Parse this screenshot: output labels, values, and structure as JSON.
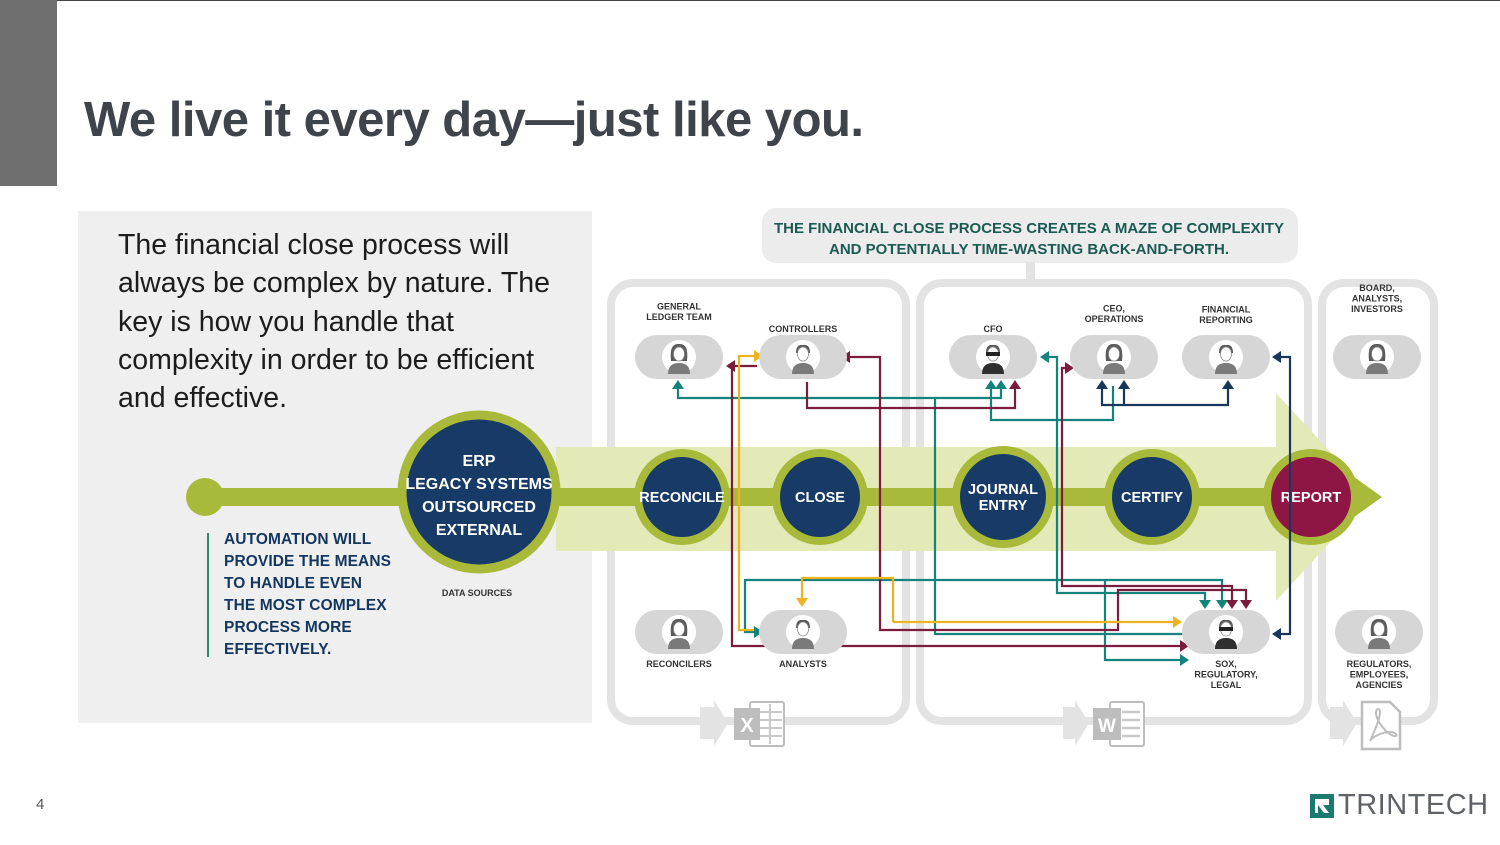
{
  "slide": {
    "title": "We live it every day—just like you.",
    "page_number": "4",
    "intro": "The financial close process will always be complex by nature. The key is how you handle that complexity in order to be efficient and effective.",
    "automation_lines": [
      "AUTOMATION WILL",
      "PROVIDE THE MEANS",
      "TO HANDLE EVEN",
      "THE MOST COMPLEX",
      "PROCESS MORE",
      "EFFECTIVELY."
    ],
    "logo_text": "TRINTECH"
  },
  "diagram": {
    "banner_lines": [
      "THE FINANCIAL CLOSE PROCESS CREATES A MAZE OF COMPLEXITY",
      "AND POTENTIALLY TIME-WASTING BACK-AND-FORTH."
    ],
    "erp_lines": [
      "ERP",
      "LEGACY SYSTEMS",
      "OUTSOURCED",
      "EXTERNAL"
    ],
    "data_sources": "DATA SOURCES",
    "steps": [
      {
        "lines": [
          "RECONCILE"
        ],
        "color": "#173a66"
      },
      {
        "lines": [
          "CLOSE"
        ],
        "color": "#173a66"
      },
      {
        "lines": [
          "JOURNAL",
          "ENTRY"
        ],
        "color": "#173a66"
      },
      {
        "lines": [
          "CERTIFY"
        ],
        "color": "#173a66"
      },
      {
        "lines": [
          "REPORT"
        ],
        "color": "#8e1645"
      }
    ],
    "people": [
      {
        "id": "gl-team",
        "lines": [
          "GENERAL",
          "LEDGER TEAM"
        ],
        "gender": "f"
      },
      {
        "id": "controllers",
        "lines": [
          "CONTROLLERS"
        ],
        "gender": "m"
      },
      {
        "id": "cfo",
        "lines": [
          "CFO"
        ],
        "gender": "m-glasses"
      },
      {
        "id": "ceo",
        "lines": [
          "CEO,",
          "OPERATIONS"
        ],
        "gender": "f"
      },
      {
        "id": "fin-reporting",
        "lines": [
          "FINANCIAL",
          "REPORTING"
        ],
        "gender": "m"
      },
      {
        "id": "board",
        "lines": [
          "BOARD,",
          "ANALYSTS,",
          "INVESTORS"
        ],
        "gender": "f"
      },
      {
        "id": "reconcilers",
        "lines": [
          "RECONCILERS"
        ],
        "gender": "f"
      },
      {
        "id": "analysts",
        "lines": [
          "ANALYSTS"
        ],
        "gender": "m"
      },
      {
        "id": "sox",
        "lines": [
          "SOX,",
          "REGULATORY,",
          "LEGAL"
        ],
        "gender": "m-glasses"
      },
      {
        "id": "regulators",
        "lines": [
          "REGULATORS,",
          "EMPLOYEES,",
          "AGENCIES"
        ],
        "gender": "f"
      }
    ],
    "file_icons": [
      {
        "letter": "X",
        "name": "excel"
      },
      {
        "letter": "W",
        "name": "word"
      },
      {
        "letter": "",
        "name": "pdf"
      }
    ],
    "colors": {
      "main_line": "#a9b93a",
      "band": "#e4e9b8",
      "navy": "#173a66",
      "report": "#8e1645",
      "teal": "#13837c",
      "maroon": "#7b1c3e",
      "yellow": "#edb321",
      "dark_navy": "#19365c",
      "frame": "#e3e3e3"
    }
  }
}
